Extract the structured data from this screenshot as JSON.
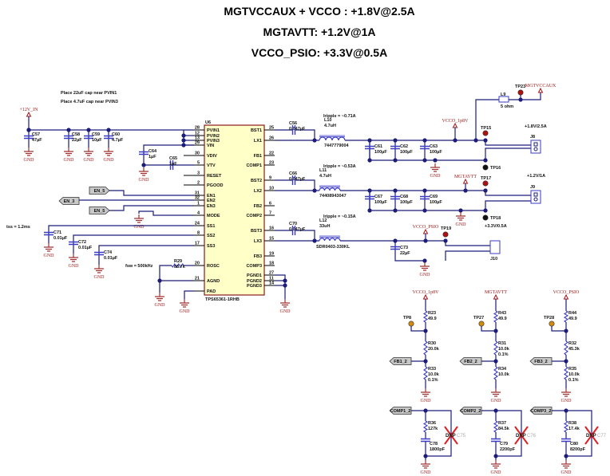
{
  "title": {
    "line1": "MGTVCCAUX + VCCO :  +1.8V@2.5A",
    "line2": "MGTAVTT:   +1.2V@1A",
    "line3": "VCCO_PSIO:  +3.3V@0.5A"
  },
  "notes": {
    "pvin1": "Place 22uF cap near PVIN1",
    "pvin3": "Place 4.7uF cap near PVIN3",
    "tss": "tss = 1.2ms",
    "fsw": "fsw = 500kHz",
    "ripple1": "Iripple = ~0.71A",
    "ripple2": "Iripple = ~0.53A",
    "ripple3": "Iripple = ~0.15A",
    "out1": "+1.8V/2.5A",
    "out2": "+1.2V/1A",
    "out3": "+3.3V/0.5A"
  },
  "ic": {
    "ref": "U6",
    "part": "TPS65361-1RHB",
    "left_pins": [
      {
        "name": "PVIN1",
        "num": "28"
      },
      {
        "name": "PVIN2",
        "num": "12"
      },
      {
        "name": "PVIN3",
        "num": "13"
      },
      {
        "name": "VIN",
        "num": "29"
      },
      {
        "name": "VDIV",
        "num": "30"
      },
      {
        "name": "VTV",
        "num": "5"
      },
      {
        "name": "RESET",
        "num": "3"
      },
      {
        "name": "PGOOD",
        "num": "2"
      },
      {
        "name": "EN1",
        "num": "31"
      },
      {
        "name": "EN2",
        "num": "32"
      },
      {
        "name": "EN3",
        "num": "1"
      },
      {
        "name": "MODE",
        "num": "4"
      },
      {
        "name": "SS1",
        "num": "24"
      },
      {
        "name": "SS2",
        "num": "8"
      },
      {
        "name": "SS3",
        "num": "17"
      },
      {
        "name": "ROSC",
        "num": "20"
      },
      {
        "name": "AGND",
        "num": "21"
      },
      {
        "name": "PAD",
        "num": ""
      }
    ],
    "right_pins": [
      {
        "name": "BST1",
        "num": "25"
      },
      {
        "name": "LX1",
        "num": "26"
      },
      {
        "name": "FB1",
        "num": "22"
      },
      {
        "name": "COMP1",
        "num": "23"
      },
      {
        "name": "BST2",
        "num": "9"
      },
      {
        "name": "LX2",
        "num": "10"
      },
      {
        "name": "FB2",
        "num": "6"
      },
      {
        "name": "COMP2",
        "num": "7"
      },
      {
        "name": "BST3",
        "num": "16"
      },
      {
        "name": "LX3",
        "num": "15"
      },
      {
        "name": "FB3",
        "num": "19"
      },
      {
        "name": "COMP3",
        "num": "18"
      },
      {
        "name": "PGND1",
        "num": "27"
      },
      {
        "name": "PGND2",
        "num": "11"
      },
      {
        "name": "PGND3",
        "num": "14"
      }
    ]
  },
  "components": {
    "C57": {
      "ref": "C57",
      "value": "47µF"
    },
    "C58": {
      "ref": "C58",
      "value": "22µF"
    },
    "C59": {
      "ref": "C59",
      "value": "10µF"
    },
    "C60": {
      "ref": "C60",
      "value": "4.7µF"
    },
    "C64": {
      "ref": "C64",
      "value": "1µF"
    },
    "C65": {
      "ref": "C65",
      "value": "1µF"
    },
    "C71": {
      "ref": "C71",
      "value": "0.01µF"
    },
    "C72": {
      "ref": "C72",
      "value": "0.01µF"
    },
    "C74": {
      "ref": "C74",
      "value": "0.01µF"
    },
    "R29": {
      "ref": "R29",
      "value": "88.7k"
    },
    "C56": {
      "ref": "C56",
      "value": "0.047µF"
    },
    "C66": {
      "ref": "C66",
      "value": "0.047µF"
    },
    "C70": {
      "ref": "C70",
      "value": "0.047µF"
    },
    "L10": {
      "ref": "L10",
      "value": "4.7uH",
      "part": "7447779004"
    },
    "L11": {
      "ref": "L11",
      "value": "4.7uH",
      "part": "74408943047"
    },
    "L12": {
      "ref": "L12",
      "value": "33uH",
      "part": "SDR0403-330KL"
    },
    "C61": {
      "ref": "C61",
      "value": "100µF"
    },
    "C62": {
      "ref": "C62",
      "value": "100µF"
    },
    "C63": {
      "ref": "C63",
      "value": "100µF"
    },
    "C67": {
      "ref": "C67",
      "value": "100µF"
    },
    "C68": {
      "ref": "C68",
      "value": "100µF"
    },
    "C69": {
      "ref": "C69",
      "value": "100µF"
    },
    "C73": {
      "ref": "C73",
      "value": "22µF"
    },
    "L9": {
      "ref": "L9",
      "value": "5 ohm"
    },
    "R23": {
      "ref": "R23",
      "value": "49.9"
    },
    "R30": {
      "ref": "R30",
      "value": "20.0k"
    },
    "R33": {
      "ref": "R33",
      "value": "10.0k",
      "tol": "0.1%"
    },
    "R36": {
      "ref": "R36",
      "value": "127k"
    },
    "C78": {
      "ref": "C78",
      "value": "1800pF"
    },
    "R43": {
      "ref": "R43",
      "value": "49.9"
    },
    "R31": {
      "ref": "R31",
      "value": "10.0k",
      "tol": "0.1%"
    },
    "R34": {
      "ref": "R34",
      "value": "10.0k"
    },
    "R37": {
      "ref": "R37",
      "value": "84.5k"
    },
    "C79": {
      "ref": "C79",
      "value": "2200pF"
    },
    "R44": {
      "ref": "R44",
      "value": "49.9"
    },
    "R32": {
      "ref": "R32",
      "value": "45.3k"
    },
    "R35": {
      "ref": "R35",
      "value": "10.0k",
      "tol": "0.1%"
    },
    "R38": {
      "ref": "R38",
      "value": "17.4k"
    },
    "C80": {
      "ref": "C80",
      "value": "8200pF"
    },
    "C75": {
      "ref": "C75",
      "value": "DNP"
    },
    "C76": {
      "ref": "C76",
      "value": "DNP"
    },
    "C77": {
      "ref": "C77",
      "value": "DNP"
    }
  },
  "testpoints": {
    "TP23": "TP23",
    "TP15": "TP15",
    "TP16": "TP16",
    "TP17": "TP17",
    "TP18": "TP18",
    "TP19": "TP19",
    "TP8": "TP8",
    "TP27": "TP27",
    "TP28": "TP28"
  },
  "connectors": {
    "J8": "J8",
    "J9": "J9",
    "J10": "J10"
  },
  "nets": {
    "vin": "+12V_IN",
    "mgtvccaux": "MGTVCCAUX",
    "vcco": "VCCO_1p8V",
    "mgtavtt": "MGTAVTT",
    "psio": "VCCO_PSIO",
    "gnd": "GND"
  },
  "tags": {
    "en5": "EN_5",
    "en3": "EN_3",
    "fb1": "FB1_2",
    "fb2": "FB2_2",
    "fb3": "FB3_2",
    "comp1": "COMP1_2",
    "comp2": "COMP2_2",
    "comp3": "COMP3_2"
  },
  "colors": {
    "wire": "#1c1c7a",
    "net": "#a01818",
    "ic_fill": "#ffffc8",
    "ic_border": "#8a1a1a",
    "component": "#3a3ac8",
    "dnp_cross": "#e02020",
    "tp_red": "#b01010",
    "tp_orange": "#d08a10"
  }
}
